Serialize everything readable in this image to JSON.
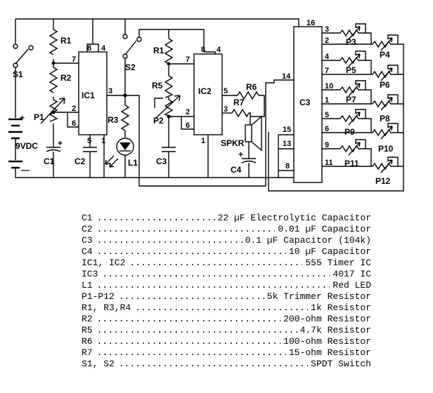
{
  "schematic": {
    "labels": {
      "s1": "S1",
      "s2": "S2",
      "r1": "R1",
      "r2": "R2",
      "p1": "P1",
      "c1": "C1",
      "c2": "C2",
      "ic1": "IC1",
      "r3": "R3",
      "l1": "L1",
      "battery": "9VDC",
      "plus": "+",
      "minus": "—",
      "r1b": "R1",
      "r5": "R5",
      "p2": "P2",
      "c3": "C3",
      "ic2": "IC2",
      "r6": "R6",
      "r7": "R7",
      "spkr": "SPKR",
      "c4": "C4",
      "c4plus": "+",
      "c1plus": "+",
      "ic3": "C3",
      "p3": "P3",
      "p4": "P4",
      "p5": "P5",
      "p6": "P6",
      "p7": "P7",
      "p8": "P8",
      "p9": "P9",
      "p10": "P10",
      "p11": "P11",
      "p12": "P12"
    },
    "ic1_pins": {
      "p8": "8",
      "p4": "4",
      "p7": "7",
      "p3": "3",
      "p2": "2",
      "p6": "6",
      "p5": "5",
      "p1": "1"
    },
    "ic2_pins": {
      "p8": "8",
      "p4": "4",
      "p7": "7",
      "p5": "5",
      "p3": "3",
      "p2": "2",
      "p6": "6",
      "p1": "1"
    },
    "ic3_pins": {
      "p16": "16",
      "p14": "14",
      "p15": "15",
      "p13": "13",
      "p8": "8",
      "o3": "3",
      "o2": "2",
      "o4": "4",
      "o7": "7",
      "o10": "10",
      "o1": "1",
      "o5": "5",
      "o6": "6",
      "o9": "9",
      "o11": "11"
    }
  },
  "parts_list": [
    {
      "ref": "C1",
      "desc": "22 µF Electrolytic Capacitor"
    },
    {
      "ref": "C2",
      "desc": "0.01 µF Capacitor"
    },
    {
      "ref": "C3",
      "desc": "0.1 µF Capacitor (104k)"
    },
    {
      "ref": "C4",
      "desc": "10 µF Capacitor"
    },
    {
      "ref": "IC1, IC2",
      "desc": "555 Timer IC"
    },
    {
      "ref": "IC3",
      "desc": "4017 IC"
    },
    {
      "ref": "L1",
      "desc": "Red LED"
    },
    {
      "ref": "P1-P12",
      "desc": "5k Trimmer Resistor"
    },
    {
      "ref": "R1, R3,R4",
      "desc": "1k Resistor"
    },
    {
      "ref": "R2",
      "desc": "200-ohm Resistor"
    },
    {
      "ref": "R5",
      "desc": "4.7k Resistor"
    },
    {
      "ref": "R6",
      "desc": "100-ohm Resistor"
    },
    {
      "ref": "R7",
      "desc": "15-ohm Resistor"
    },
    {
      "ref": "S1, S2",
      "desc": "SPDT Switch"
    }
  ]
}
